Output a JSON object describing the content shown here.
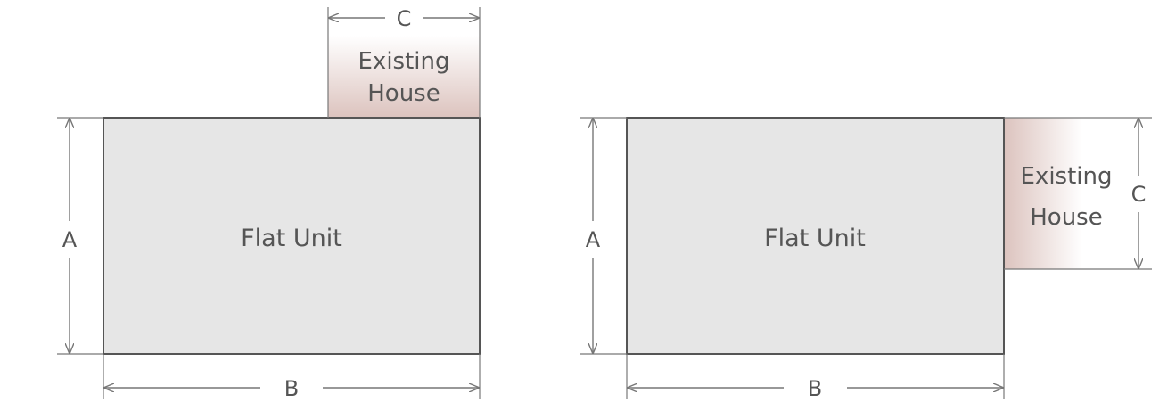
{
  "diagrams": [
    {
      "unit_label": "Flat Unit",
      "house_label_line1": "Existing",
      "house_label_line2": "House",
      "dimension_a": "A",
      "dimension_b": "B",
      "dimension_c": "C"
    },
    {
      "unit_label": "Flat Unit",
      "house_label_line1": "Existing",
      "house_label_line2": "House",
      "dimension_a": "A",
      "dimension_b": "B",
      "dimension_c": "C"
    }
  ],
  "colors": {
    "unit_fill": "#e6e6e6",
    "unit_stroke": "#555555",
    "house_tint": "#dcc3be",
    "dimension_lines": "#777777",
    "text": "#555555"
  }
}
